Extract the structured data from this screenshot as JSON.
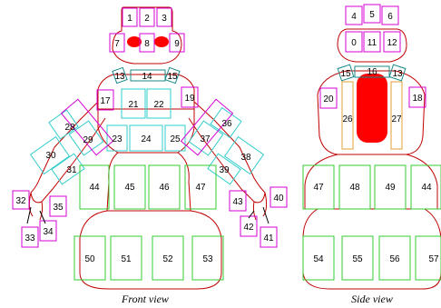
{
  "colors": {
    "outline": "#c00000",
    "fill_red": "#ff0000",
    "magenta": "#d400d4",
    "cyan": "#33cccc",
    "green": "#33cc33",
    "orange": "#e0a030",
    "teal": "#1a8a8a"
  },
  "front": {
    "caption": "Front view",
    "labels": [
      "1",
      "2",
      "3",
      "7",
      "8",
      "9",
      "13",
      "14",
      "15",
      "17",
      "19",
      "21",
      "22",
      "23",
      "24",
      "25",
      "28",
      "29",
      "30",
      "31",
      "32",
      "33",
      "34",
      "35",
      "36",
      "37",
      "38",
      "39",
      "40",
      "41",
      "42",
      "43",
      "44",
      "45",
      "46",
      "47",
      "50",
      "51",
      "52",
      "53"
    ]
  },
  "side": {
    "caption": "Side view",
    "labels": [
      "4",
      "5",
      "6",
      "0",
      "11",
      "12",
      "15",
      "16",
      "13",
      "20",
      "18",
      "26",
      "27",
      "47",
      "48",
      "49",
      "44",
      "54",
      "55",
      "56",
      "57"
    ]
  }
}
